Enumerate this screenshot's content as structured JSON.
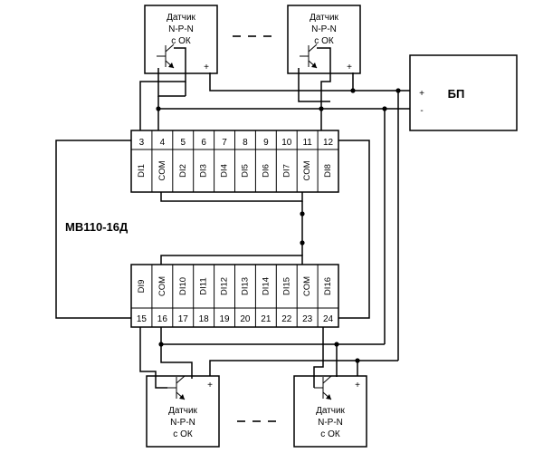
{
  "module_label": "МВ110-16Д",
  "power_supply": {
    "label": "БП",
    "plus": "+",
    "minus": "-"
  },
  "sensor": {
    "line1": "Датчик",
    "line2": "N-P-N",
    "line3": "с ОК",
    "plus": "+"
  },
  "ellipsis": "- - -",
  "top_block": {
    "pins": [
      "3",
      "4",
      "5",
      "6",
      "7",
      "8",
      "9",
      "10",
      "11",
      "12"
    ],
    "signals": [
      "DI1",
      "COM",
      "DI2",
      "DI3",
      "DI4",
      "DI5",
      "DI6",
      "DI7",
      "COM",
      "DI8"
    ]
  },
  "bottom_block": {
    "pins": [
      "15",
      "16",
      "17",
      "18",
      "19",
      "20",
      "21",
      "22",
      "23",
      "24"
    ],
    "signals": [
      "DI9",
      "COM",
      "DI10",
      "DI11",
      "DI12",
      "DI13",
      "DI14",
      "DI15",
      "COM",
      "DI16"
    ]
  }
}
